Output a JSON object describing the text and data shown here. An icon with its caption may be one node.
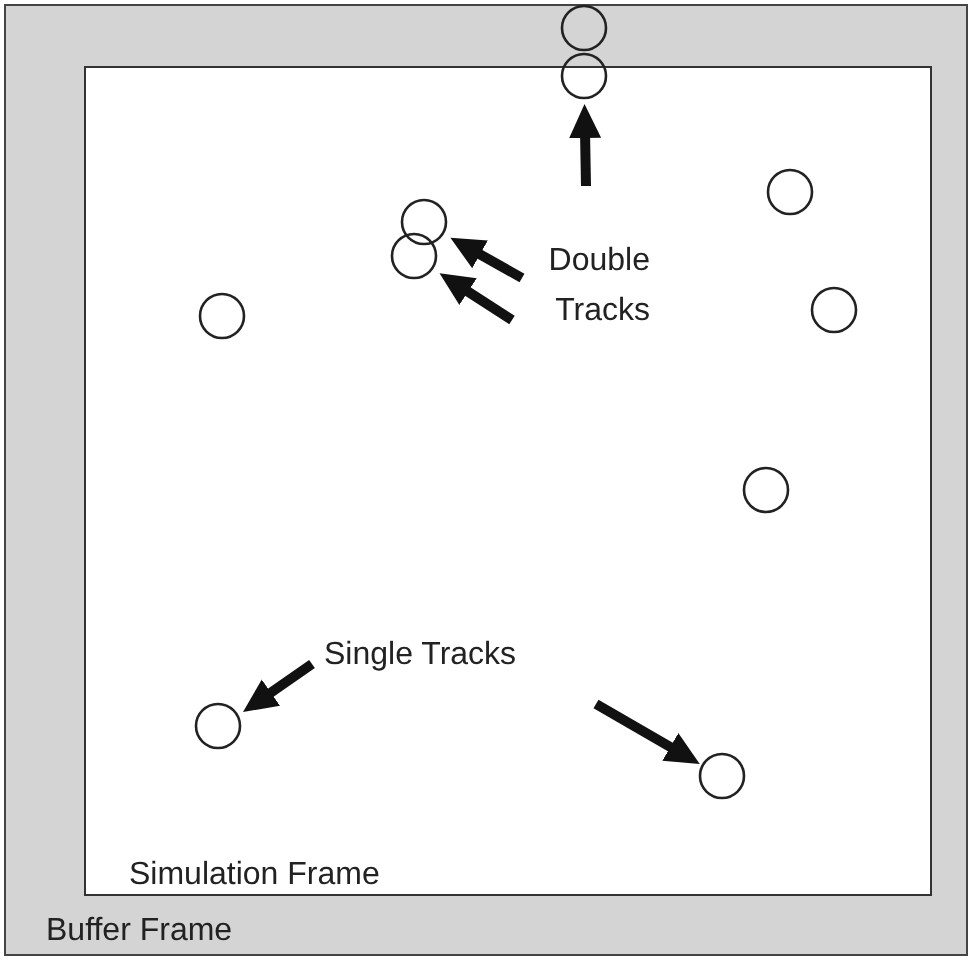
{
  "diagram": {
    "nodes": [
      {
        "text": [
          "Buffer Frame"
        ]
      },
      {
        "text": [
          "Simulation Frame"
        ],
        "in": 0
      },
      {
        "text": [],
        "shape": "circle",
        "in": 0
      },
      {
        "text": [],
        "shape": "circle",
        "in": 0
      },
      {
        "text": [],
        "shape": "circle",
        "in": 1
      },
      {
        "text": [],
        "shape": "circle",
        "in": 1
      },
      {
        "text": [],
        "shape": "circle",
        "in": 1
      },
      {
        "text": [
          "Double Tracks"
        ],
        "in": 1
      },
      {
        "text": [],
        "shape": "circle",
        "in": 1
      },
      {
        "text": [],
        "shape": "circle",
        "in": 1
      },
      {
        "text": [],
        "shape": "circle",
        "in": 1
      },
      {
        "text": [
          "Single Tracks"
        ],
        "in": 1
      },
      {
        "text": [],
        "shape": "circle",
        "in": 1
      },
      {
        "text": [],
        "shape": "circle",
        "in": 1
      }
    ],
    "edges": [
      {
        "from": null,
        "to": 3,
        "arrow": "to"
      },
      {
        "from": 7,
        "to": 5,
        "arrow": "to"
      },
      {
        "from": 7,
        "to": 6,
        "arrow": "to"
      },
      {
        "from": 11,
        "to": 12,
        "arrow": "to"
      },
      {
        "from": 11,
        "to": 13,
        "arrow": "to"
      }
    ]
  }
}
